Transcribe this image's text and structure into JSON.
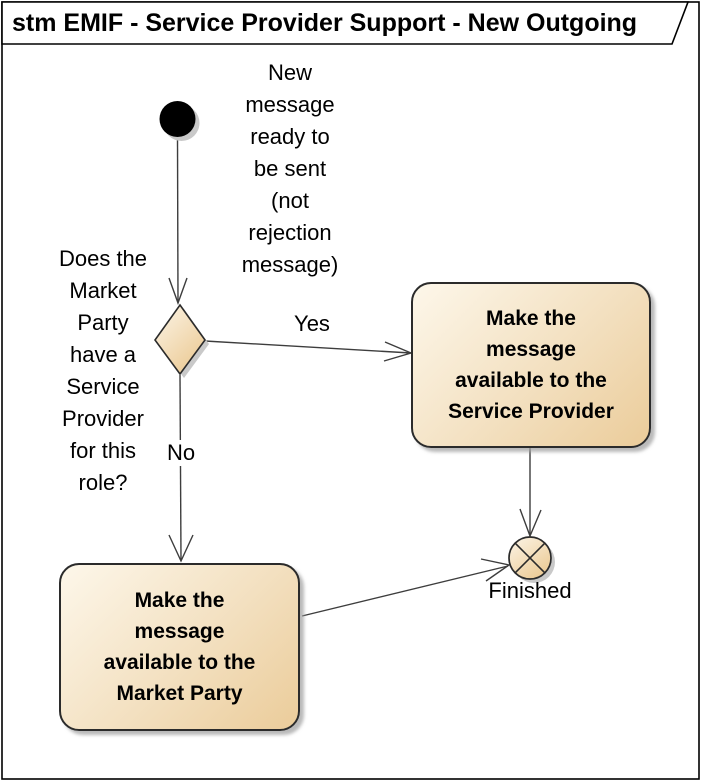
{
  "frame": {
    "title": "stm EMIF - Service Provider Support - New Outgoing",
    "diagram_type": "state machine"
  },
  "annotations": {
    "trigger_note": "New\nmessage\nready to\nbe sent\n(not\nrejection\nmessage)",
    "decision_question": "Does the\nMarket\nParty\nhave a\nService\nProvider\nfor this\nrole?"
  },
  "nodes": {
    "initial": {
      "kind": "initial-node"
    },
    "decision": {
      "kind": "decision-node"
    },
    "action_service_provider": {
      "label": "Make the\nmessage\navailable to the\nService Provider"
    },
    "action_market_party": {
      "label": "Make the\nmessage\navailable to the\nMarket Party"
    },
    "exit": {
      "kind": "exit-point",
      "label": "Finished"
    }
  },
  "edges": {
    "yes_label": "Yes",
    "no_label": "No"
  },
  "colors": {
    "node_fill_light": "#FBF3E3",
    "node_fill_dark": "#ECCB96",
    "node_border": "#2B2B2B",
    "connector": "#3D3D3D",
    "shadow": "#C9C9C9",
    "frame_border": "#000000",
    "background": "#FFFFFF",
    "text": "#000000"
  }
}
